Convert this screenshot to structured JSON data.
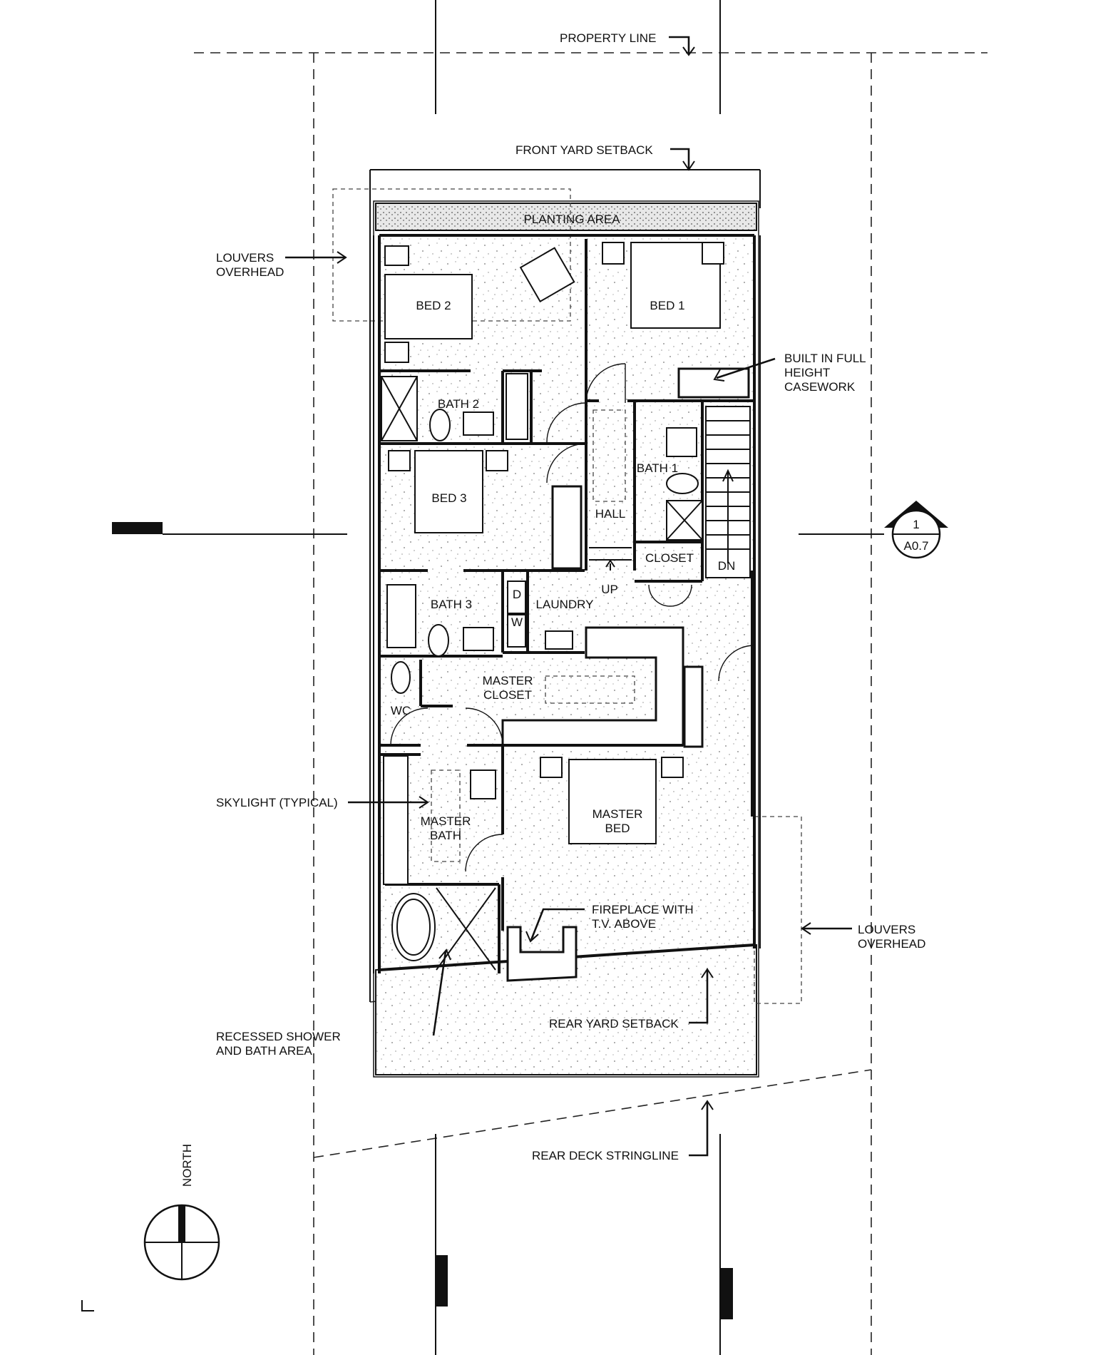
{
  "plan": {
    "rooms": {
      "bed_1": "BED 1",
      "bed_2": "BED 2",
      "bed_3": "BED 3",
      "bath_1": "BATH 1",
      "bath_2": "BATH 2",
      "bath_3": "BATH 3",
      "hall": "HALL",
      "closet": "CLOSET",
      "laundry": "LAUNDRY",
      "dryer": "D",
      "washer": "W",
      "wc": "WC",
      "master_closet_1": "MASTER",
      "master_closet_2": "CLOSET",
      "master_bath_1": "MASTER",
      "master_bath_2": "BATH",
      "master_bed_1": "MASTER",
      "master_bed_2": "BED",
      "planting_area": "PLANTING AREA",
      "stair_up": "UP",
      "stair_down": "DN"
    },
    "notes": {
      "property_line": "PROPERTY LINE",
      "front_yard_setback": "FRONT YARD SETBACK",
      "louvers_nw_1": "LOUVERS",
      "louvers_nw_2": "OVERHEAD",
      "casework_1": "BUILT IN FULL",
      "casework_2": "HEIGHT",
      "casework_3": "CASEWORK",
      "skylight": "SKYLIGHT (TYPICAL)",
      "fireplace_1": "FIREPLACE WITH",
      "fireplace_2": "T.V. ABOVE",
      "louvers_se_1": "LOUVERS",
      "louvers_se_2": "OVERHEAD",
      "recessed_1": "RECESSED SHOWER",
      "recessed_2": "AND BATH AREA",
      "rear_yard_setback": "REAR YARD SETBACK",
      "rear_deck_stringline": "REAR DECK STRINGLINE"
    },
    "section_marker": {
      "number": "1",
      "sheet": "A0.7"
    },
    "north_label": "NORTH"
  }
}
